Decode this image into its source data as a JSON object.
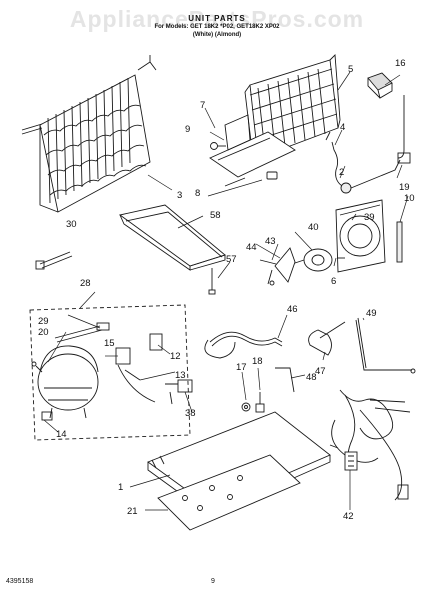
{
  "header": {
    "watermark": "AppliancePartsPros.com",
    "title": "UNIT PARTS",
    "models": "For Models: GET 18K2 *P02, GET18K2 XP02",
    "variants": "(White)            (Almond)"
  },
  "footer": {
    "doc_number": "4395158",
    "page_number": "9"
  },
  "callouts": [
    "1",
    "2",
    "3",
    "4",
    "5",
    "6",
    "7",
    "8",
    "9",
    "10",
    "12",
    "13",
    "14",
    "15",
    "16",
    "17",
    "18",
    "19",
    "20",
    "21",
    "28",
    "29",
    "30",
    "38",
    "39",
    "40",
    "42",
    "43",
    "44",
    "46",
    "47",
    "48",
    "49",
    "57",
    "58"
  ],
  "colors": {
    "line": "#1a1a1a",
    "watermark": "#e4e4e4"
  }
}
